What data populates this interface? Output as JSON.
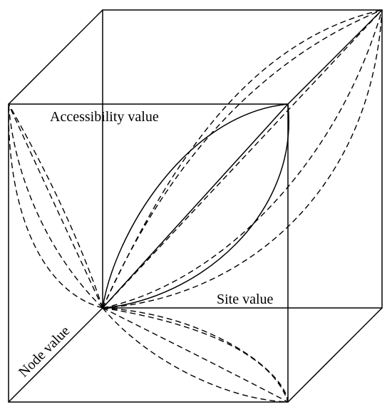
{
  "diagram": {
    "labels": {
      "accessibility": "Accessibility value",
      "site": "Site value",
      "node": "Node value"
    },
    "colors": {
      "line": "#000000",
      "background": "#ffffff"
    }
  }
}
